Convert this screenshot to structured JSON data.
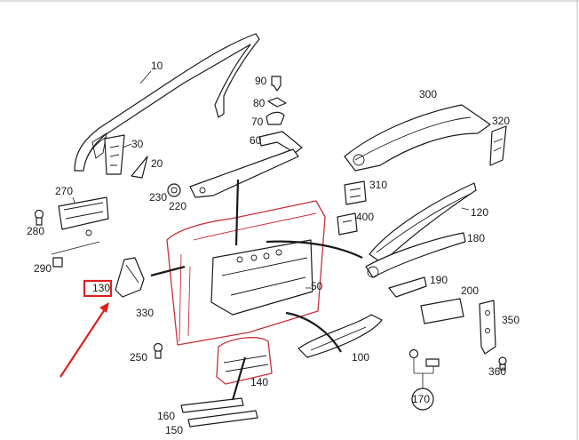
{
  "labels": {
    "p10": "10",
    "p20": "20",
    "p30": "30",
    "p50": "50",
    "p60": "60",
    "p70": "70",
    "p80": "80",
    "p90": "90",
    "p100": "100",
    "p120": "120",
    "p130": "130",
    "p140": "140",
    "p150": "150",
    "p160": "160",
    "p170": "170",
    "p180": "180",
    "p190": "190",
    "p200": "200",
    "p220": "220",
    "p230": "230",
    "p250": "250",
    "p270": "270",
    "p280": "280",
    "p290": "290",
    "p300": "300",
    "p310": "310",
    "p320": "320",
    "p330": "330",
    "p350": "350",
    "p360": "360",
    "p400": "400"
  },
  "highlight": {
    "part": "130",
    "color": "#e02020"
  },
  "colors": {
    "line": "#1a1a1a",
    "accent_line": "#c8303a",
    "background": "#ffffff"
  }
}
